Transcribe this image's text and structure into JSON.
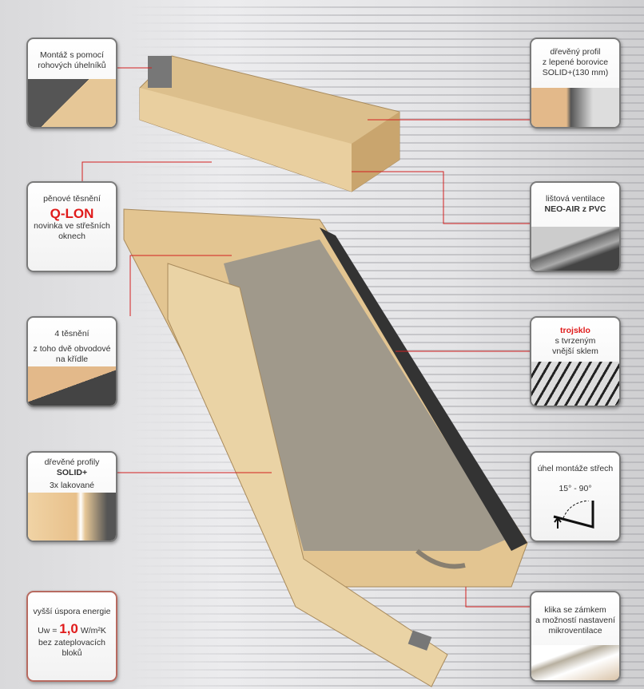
{
  "callouts_left": [
    {
      "lines": [
        "Montáž s pomocí",
        "rohových úhelníků"
      ]
    },
    {
      "lines": [
        "pěnové těsnění"
      ],
      "highlight": "Q-LON",
      "after": [
        "novinka ve střešních",
        "oknech"
      ]
    },
    {
      "lines": [
        "4 těsnění",
        "z toho dvě obvodové",
        "na křídle"
      ]
    },
    {
      "lines": [
        "dřevěné profily"
      ],
      "bold": "SOLID+",
      "after": [
        "3x lakované"
      ]
    },
    {
      "lines": [
        "vyšší úspora energie"
      ],
      "uw_label": "Uw =",
      "uw_value": "1,0",
      "uw_unit": "W/m²K",
      "after": [
        "bez zateplovacích",
        "bloků"
      ]
    }
  ],
  "callouts_right": [
    {
      "lines": [
        "dřevěný profil",
        "z lepené borovice",
        "SOLID+(130 mm)"
      ]
    },
    {
      "lines": [
        "lištová ventilace"
      ],
      "bold": "NEO-AIR z PVC"
    },
    {
      "highlight": "trojsklo",
      "after": [
        "s tvrzeným",
        "vnější sklem"
      ]
    },
    {
      "lines": [
        "úhel montáže střech"
      ],
      "angle_range": "15° - 90°"
    },
    {
      "lines": [
        "klika se zámkem",
        "a možností nastavení",
        "mikroventilace"
      ]
    }
  ],
  "colors": {
    "accent": "#e01b1b",
    "wood": "#e6c797",
    "glass": "#6e6e6e"
  }
}
